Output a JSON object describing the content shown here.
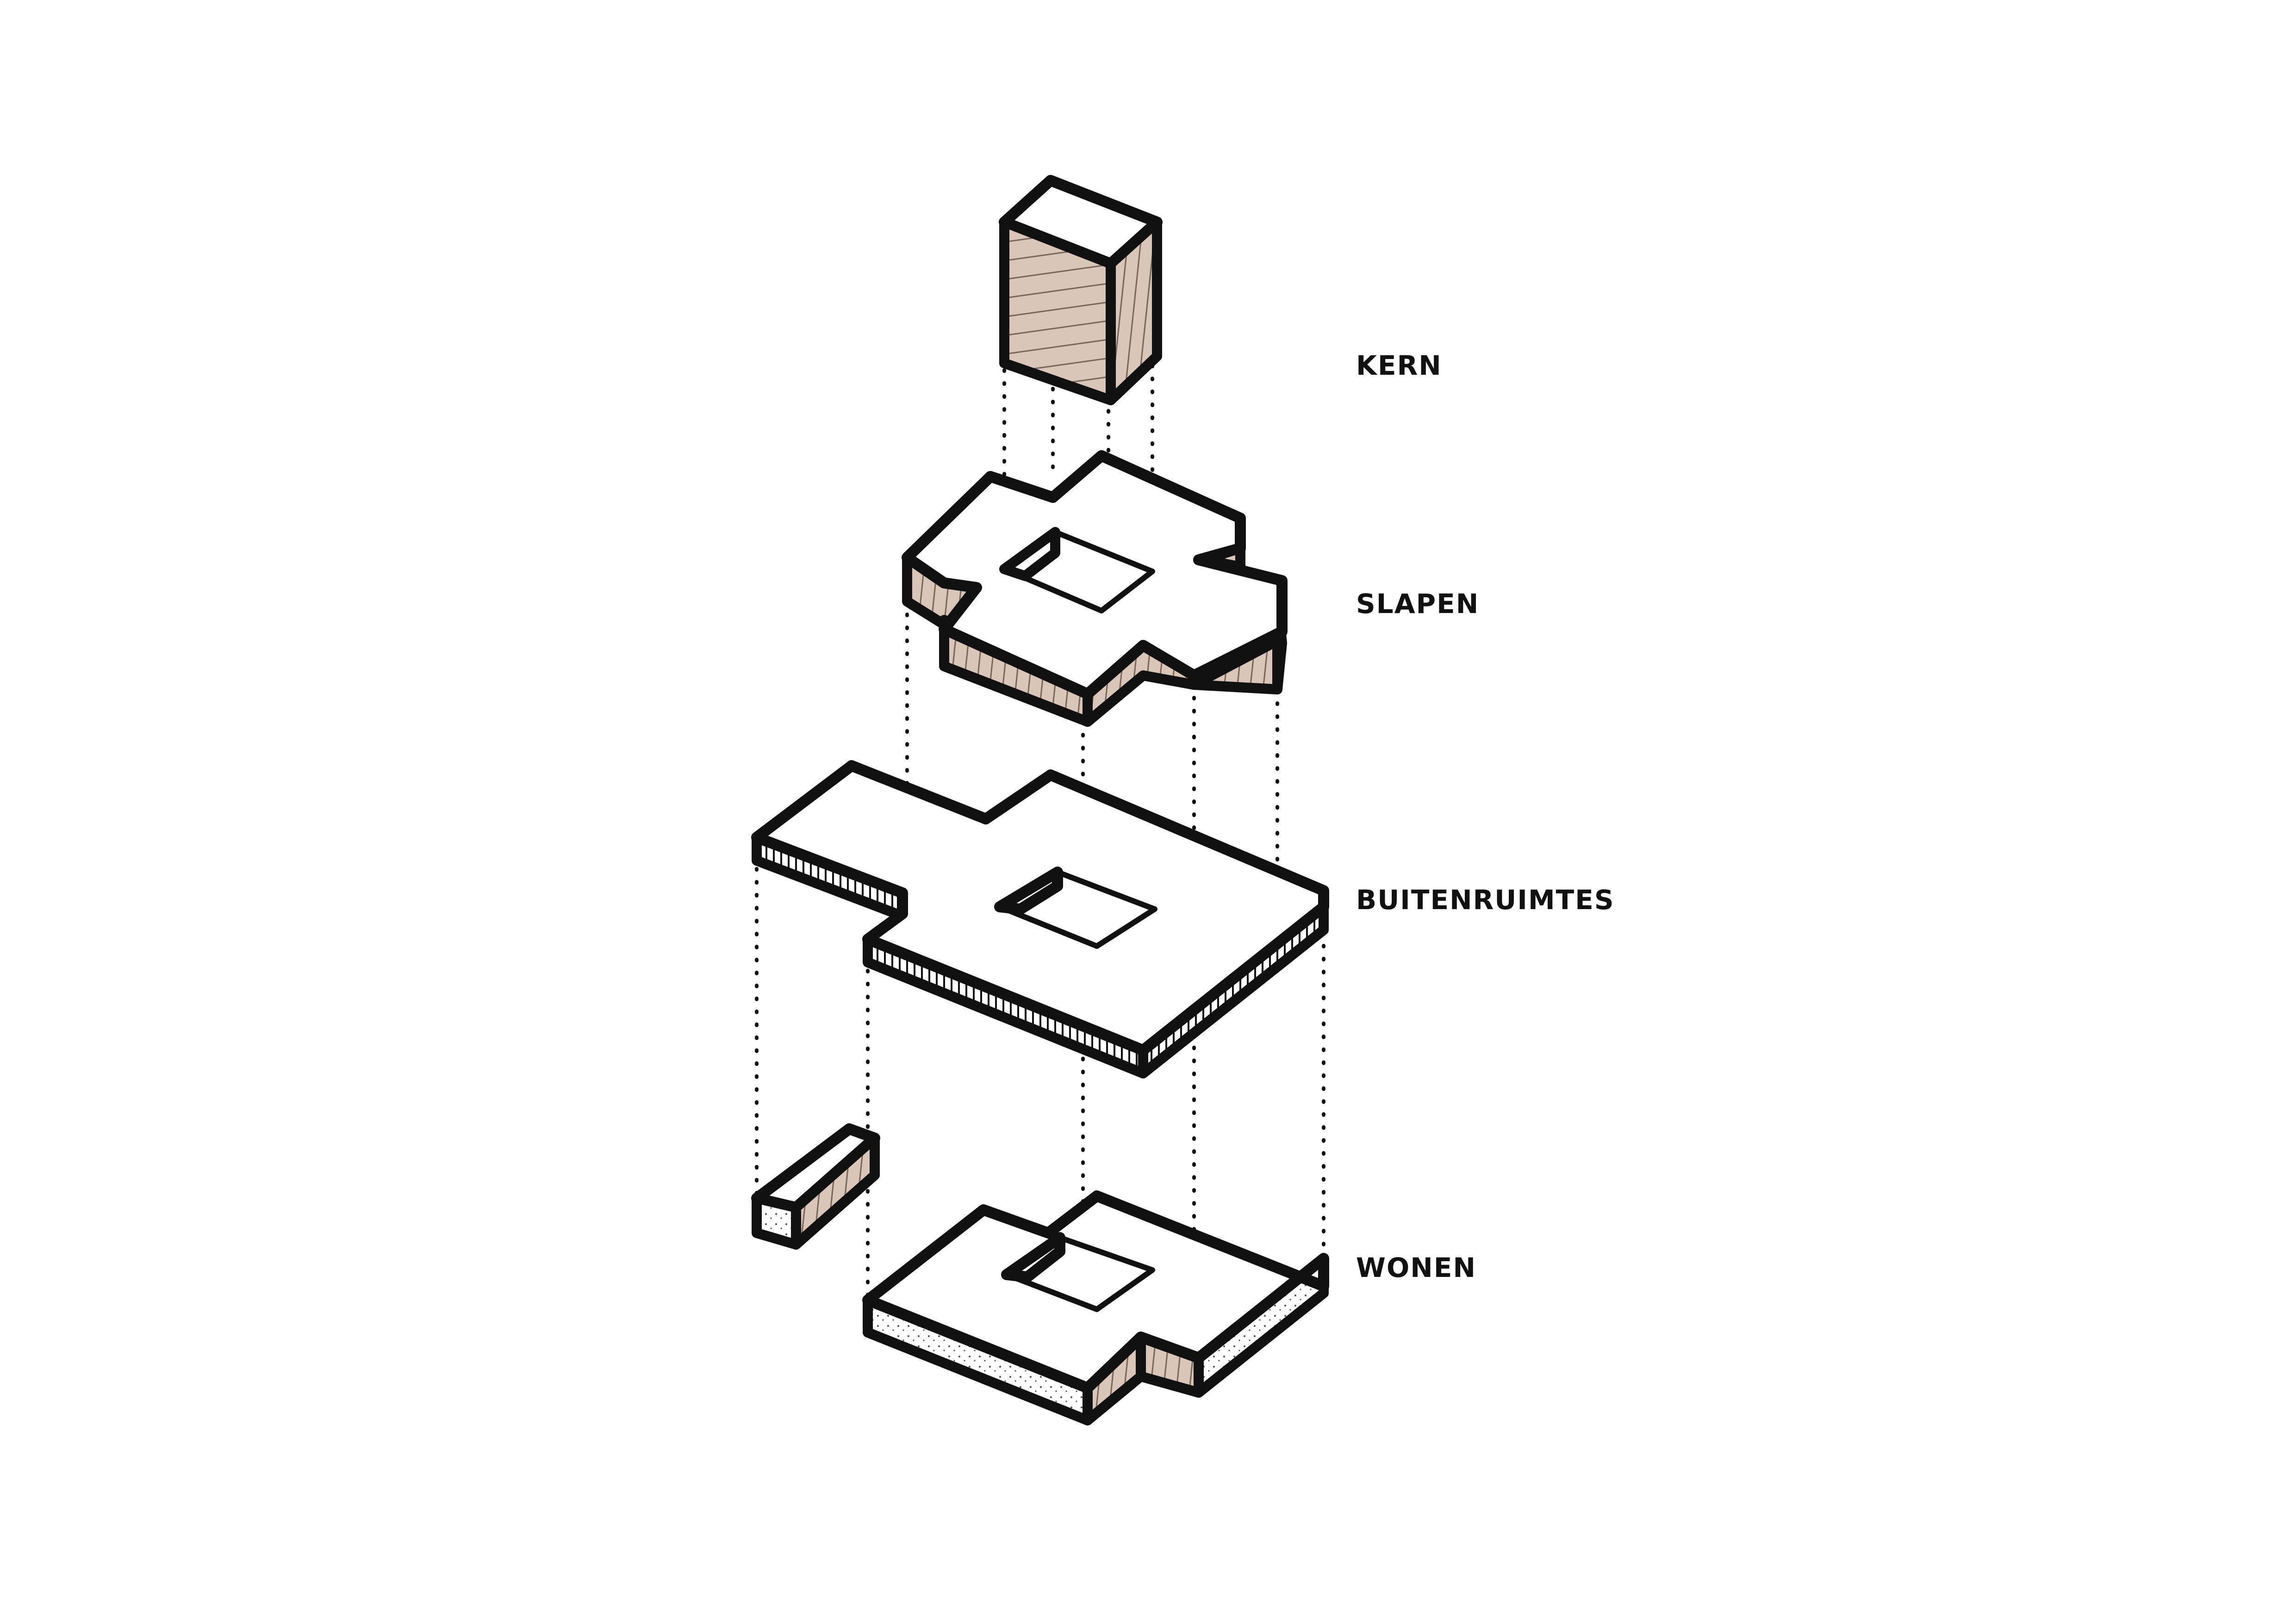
{
  "layers": [
    {
      "id": "kern",
      "label": "KERN"
    },
    {
      "id": "slapen",
      "label": "SLAPEN"
    },
    {
      "id": "buitenruimtes",
      "label": "BUITENRUIMTES"
    },
    {
      "id": "wonen",
      "label": "WONEN"
    }
  ],
  "colors": {
    "ink": "#111111",
    "wood": "#d9c6b8",
    "background": "#ffffff"
  }
}
